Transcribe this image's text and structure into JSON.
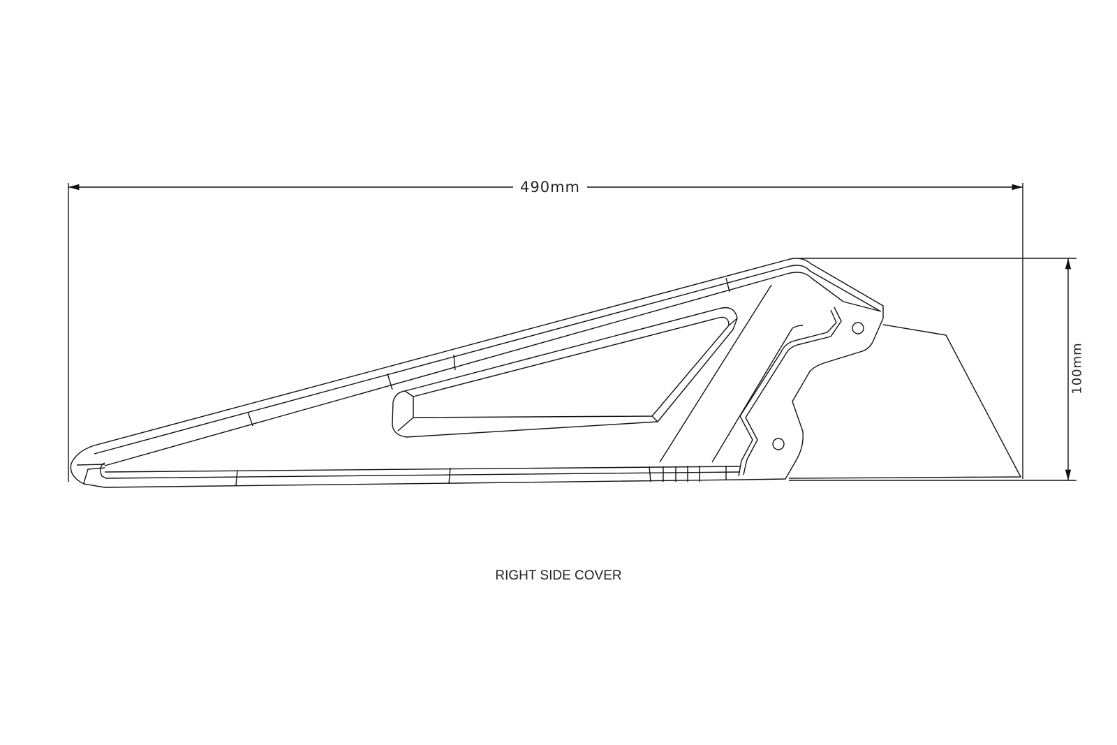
{
  "drawing": {
    "width_dimension": "490mm",
    "height_dimension": "100mm",
    "caption": "RIGHT SIDE COVER",
    "line_color": "#111111"
  }
}
